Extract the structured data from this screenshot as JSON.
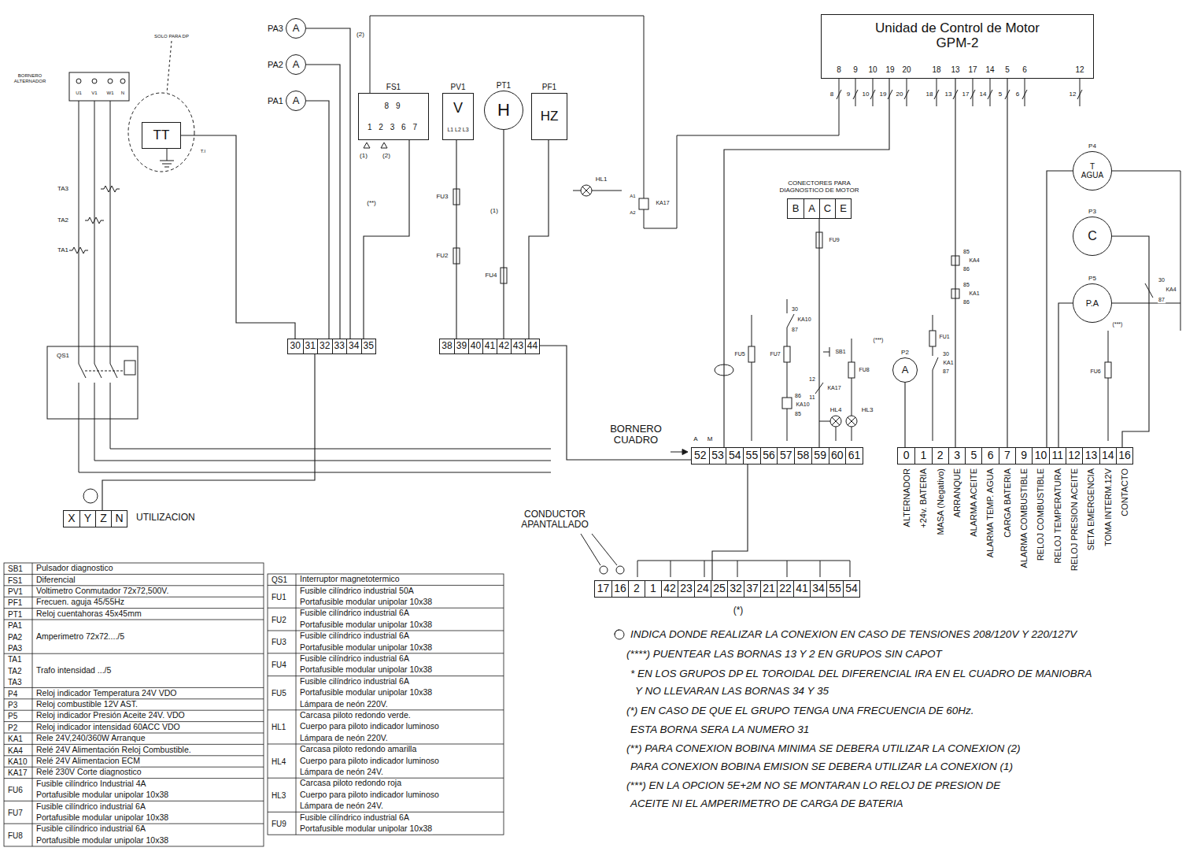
{
  "diagram": {
    "nodes": [
      {
        "text": [
          "Unidad de Control de Motor GPM-2"
        ]
      },
      {
        "text": [
          "PA3",
          "A"
        ]
      },
      {
        "text": [
          "PA2",
          "A"
        ]
      },
      {
        "text": [
          "PA1",
          "A"
        ]
      },
      {
        "text": [
          "TT"
        ]
      },
      {
        "text": [
          "FS1",
          "8 9",
          "1 2 3 6 7"
        ]
      },
      {
        "text": [
          "PV1",
          "V",
          "L1 L2 L3"
        ]
      },
      {
        "text": [
          "PT1",
          "H"
        ]
      },
      {
        "text": [
          "PF1",
          "HZ"
        ]
      },
      {
        "text": [
          "30",
          "31",
          "32",
          "33",
          "34",
          "35"
        ]
      },
      {
        "text": [
          "38",
          "39",
          "40",
          "41",
          "42",
          "43",
          "44"
        ]
      },
      {
        "text": [
          "X",
          "Y",
          "Z",
          "N"
        ]
      },
      {
        "text": [
          "CONECTORES PARA DIAGNOSTICO DE MOTOR",
          "B",
          "A",
          "C",
          "E"
        ]
      },
      {
        "text": [
          "P4",
          "T AGUA"
        ]
      },
      {
        "text": [
          "P3",
          "C"
        ]
      },
      {
        "text": [
          "P5",
          "P.A"
        ]
      },
      {
        "text": [
          "P2",
          "A"
        ]
      },
      {
        "text": [
          "52",
          "53",
          "54",
          "55",
          "56",
          "57",
          "58",
          "59",
          "60",
          "61"
        ]
      },
      {
        "text": [
          "0",
          "1",
          "2",
          "3",
          "5",
          "6",
          "7",
          "9",
          "10",
          "11",
          "12",
          "13",
          "14",
          "16"
        ]
      },
      {
        "text": [
          "17",
          "16",
          "2",
          "1",
          "42",
          "23",
          "24",
          "25",
          "32",
          "37",
          "21",
          "22",
          "41",
          "34",
          "55",
          "54"
        ]
      }
    ],
    "edges": [
      {
        "from": 1,
        "to": 9,
        "arrow": "none"
      },
      {
        "from": 2,
        "to": 9,
        "arrow": "none"
      },
      {
        "from": 3,
        "to": 9,
        "arrow": "none"
      },
      {
        "from": 5,
        "to": 9,
        "arrow": "none"
      },
      {
        "from": 4,
        "to": 9,
        "arrow": "none"
      },
      {
        "from": 6,
        "to": 10,
        "arrow": "none"
      },
      {
        "from": 7,
        "to": 10,
        "arrow": "none"
      },
      {
        "from": 8,
        "to": 10,
        "arrow": "none"
      },
      {
        "from": 0,
        "to": 17,
        "arrow": "none"
      },
      {
        "from": 0,
        "to": 18,
        "arrow": "none"
      },
      {
        "from": 0,
        "to": 18,
        "arrow": "none"
      },
      {
        "from": 13,
        "to": 18,
        "arrow": "none"
      },
      {
        "from": 14,
        "to": 18,
        "arrow": "none"
      },
      {
        "from": 15,
        "to": 18,
        "arrow": "none"
      },
      {
        "from": 16,
        "to": 18,
        "arrow": "none"
      },
      {
        "from": 12,
        "to": 17,
        "arrow": "none"
      },
      {
        "from": 17,
        "to": 19,
        "arrow": "none"
      },
      {
        "from": 10,
        "to": 17,
        "arrow": "none"
      },
      {
        "from": 9,
        "to": 11,
        "arrow": "none"
      }
    ],
    "labels": [
      "BORNERO ALTERNADOR",
      "SOLO PARA DP",
      "U1",
      "V1",
      "W1",
      "N",
      "T.I",
      "TA3",
      "TA2",
      "TA1",
      "QS1",
      "UTILIZACION",
      "(2)",
      "(1)",
      "(2)",
      "(**)",
      "(1)",
      "FU3",
      "FU2",
      "FU4",
      "HL1",
      "A1",
      "KA17",
      "A2",
      "8",
      "9",
      "10",
      "19",
      "20",
      "18",
      "13",
      "17",
      "14",
      "5",
      "6",
      "12",
      "8",
      "9",
      "10",
      "19",
      "20",
      "18",
      "13",
      "17",
      "14",
      "5",
      "6",
      "12",
      "FU9",
      "30",
      "KA10",
      "87",
      "FU5",
      "FU7",
      "SB1",
      "FU8",
      "12",
      "KA17",
      "11",
      "86",
      "KA10",
      "85",
      "HL4",
      "HL3",
      "(***)",
      "FU1",
      "30",
      "KA1",
      "87",
      "85",
      "KA4",
      "86",
      "85",
      "KA1",
      "86",
      "30",
      "KA4",
      "87",
      "(***)",
      "FU6",
      "BORNERO CUADRO",
      "A",
      "M",
      "CONDUCTOR APANTALLADO",
      "(*)",
      "ALTERNADOR",
      "+24v. BATERIA",
      "MASA (Negativo)",
      "ARRANQUE",
      "ALARMA ACEITE",
      "ALARMA TEMP. AGUA",
      "CARGA BATERIA",
      "ALARMA COMBUSTIBLE",
      "RELOJ COMBUSTIBLE",
      "RELOJ TEMPERATURA",
      "RELOJ PRESION ACEITE",
      "SETA EMERGENCIA",
      "TOMA INTERM.12V",
      "CONTACTO",
      "INDICA DONDE REALIZAR LA CONEXION EN CASO DE TENSIONES 208/120V Y 220/127V",
      "(****) PUENTEAR LAS BORNAS 13 Y 2 EN GRUPOS SIN CAPOT",
      "* EN LOS GRUPOS DP EL TOROIDAL DEL DIFERENCIAL IRA EN EL CUADRO DE MANIOBRA",
      "Y NO LLEVARAN LAS BORNAS 34 Y 35",
      "(*) EN CASO DE QUE EL GRUPO TENGA UNA FRECUENCIA DE 60Hz.",
      "ESTA BORNA SERA LA NUMERO 31",
      "(**) PARA CONEXION BOBINA MINIMA SE DEBERA UTILIZAR LA CONEXION (2)",
      "PARA CONEXION BOBINA EMISION SE DEBERA UTILIZAR LA CONEXION (1)",
      "(***) EN LA OPCION 5E+2M NO SE MONTARAN LO RELOJ DE PRESION DE",
      "ACEITE NI EL AMPERIMETRO DE CARGA DE BATERIA",
      "SB1",
      "Pulsador diagnostico",
      "FS1",
      "Diferencial",
      "PV1",
      "Voltimetro Conmutador 72x72,500V.",
      "PF1",
      "Frecuen. aguja 45/55Hz",
      "PT1",
      "Reloj cuentahoras 45x45mm",
      "PA1",
      "PA2",
      "PA3",
      "Amperimetro 72x72..../5",
      "TA1",
      "TA2",
      "TA3",
      "Trafo intensidad .../5",
      "P4",
      "Reloj indicador Temperatura 24V VDO",
      "P3",
      "Reloj combustible 12V AST.",
      "P5",
      "Reloj indicador Presión Aceite 24V. VDO",
      "P2",
      "Reloj indicador intensidad 60ACC VDO",
      "KA1",
      "Rele 24V,240/360W Arranque",
      "KA4",
      "Relé 24V Alimentación Reloj Combustible.",
      "KA10",
      "Relé 24V Alimentacion ECM",
      "KA17",
      "Relé 230V Corte diagnostico",
      "FU6",
      "Fusible cilíndrico Industrial 4A",
      "Portafusible modular unipolar 10x38",
      "FU7",
      "Fusible cilíndrico industrial 6A",
      "Portafusible modular unipolar 10x38",
      "FU8",
      "Fusible cilíndrico industrial 6A",
      "Portafusible modular unipolar 10x38",
      "QS1",
      "Interruptor magnetotermico",
      "FU1",
      "Fusible cilíndrico industrial 50A",
      "Portafusible modular unipolar 10x38",
      "FU2",
      "Fusible cilíndrico industrial 6A",
      "Portafusible modular unipolar 10x38",
      "FU3",
      "Fusible cilíndrico industrial 6A",
      "Portafusible modular unipolar 10x38",
      "FU4",
      "Fusible cilíndrico industrial 6A",
      "Portafusible modular unipolar 10x38",
      "FU5",
      "Fusible cilíndrico industrial 6A",
      "Portafusible modular unipolar 10x38",
      "Lámpara de neón 220V.",
      "HL1",
      "Carcasa piloto redondo verde.",
      "Cuerpo para piloto indicador luminoso",
      "Lámpara de neón 220V.",
      "HL4",
      "Carcasa piloto redondo amarilla",
      "Cuerpo para piloto indicador luminoso",
      "Lámpara de neón 24V.",
      "HL3",
      "Carcasa piloto redondo roja",
      "Cuerpo para piloto indicador luminoso",
      "Lámpara de neón 24V.",
      "FU9",
      "Fusible cilíndrico industrial 6A",
      "Portafusible modular unipolar 10x38"
    ]
  }
}
